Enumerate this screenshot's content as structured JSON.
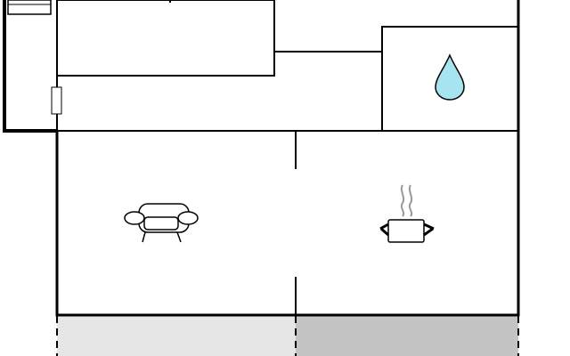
{
  "floorplan": {
    "rooms": [
      {
        "id": "bedroom",
        "icon": "bed-icon"
      },
      {
        "id": "bathroom",
        "icon": "water-drop-icon"
      },
      {
        "id": "hallway",
        "icon": ""
      },
      {
        "id": "living-room",
        "icon": "sofa-icon"
      },
      {
        "id": "kitchen",
        "icon": "cooking-pot-icon"
      },
      {
        "id": "terrace-left",
        "icon": ""
      },
      {
        "id": "terrace-right",
        "icon": ""
      }
    ],
    "colors": {
      "wall": "#000000",
      "floor": "#ffffff",
      "water": "#a8e4f0",
      "steam": "#999999",
      "terrace_light": "#e6e6e6",
      "terrace_dark": "#c4c4c4"
    }
  }
}
